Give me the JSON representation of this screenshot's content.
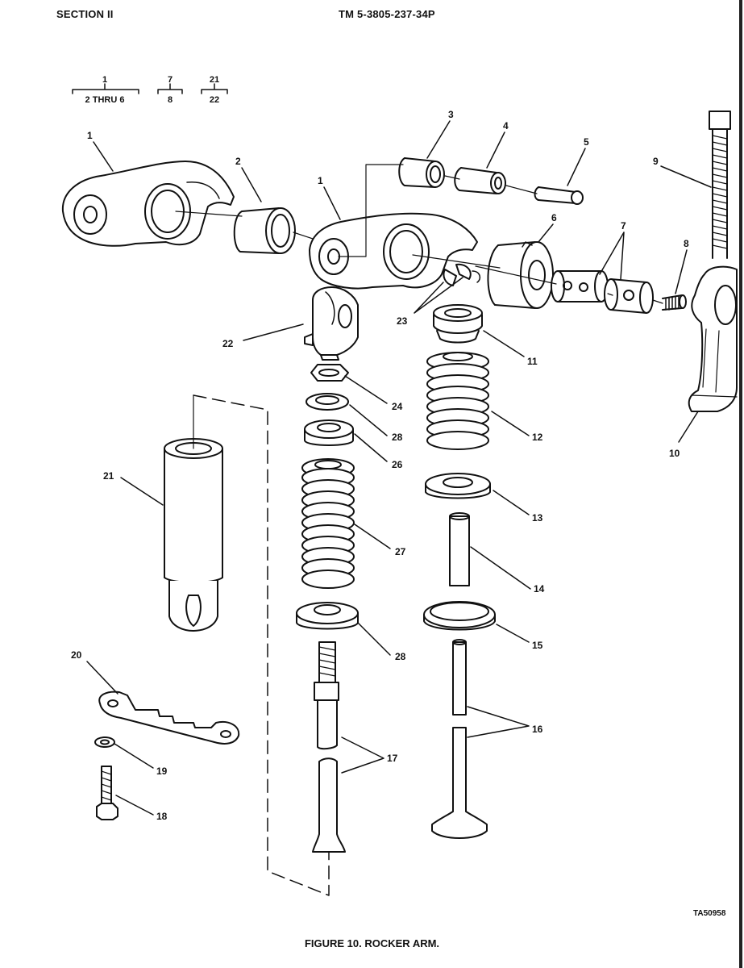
{
  "header": {
    "section": "SECTION II",
    "manual": "TM 5-3805-237-34P"
  },
  "key_groups": [
    {
      "top": "1",
      "bottom": "2 THRU 6"
    },
    {
      "top": "7",
      "bottom": "8"
    },
    {
      "top": "21",
      "bottom": "22"
    }
  ],
  "callouts": {
    "c1a": "1",
    "c1b": "1",
    "c2": "2",
    "c3": "3",
    "c4": "4",
    "c5": "5",
    "c6": "6",
    "c7": "7",
    "c8": "8",
    "c9": "9",
    "c10": "10",
    "c11": "11",
    "c12": "12",
    "c13": "13",
    "c14": "14",
    "c15": "15",
    "c16": "16",
    "c17": "17",
    "c18": "18",
    "c19": "19",
    "c20": "20",
    "c21": "21",
    "c22": "22",
    "c23": "23",
    "c24": "24",
    "c25": "28",
    "c26": "26",
    "c27": "27",
    "c28": "28"
  },
  "stamp": "TA50958",
  "caption": "FIGURE 10. ROCKER ARM."
}
